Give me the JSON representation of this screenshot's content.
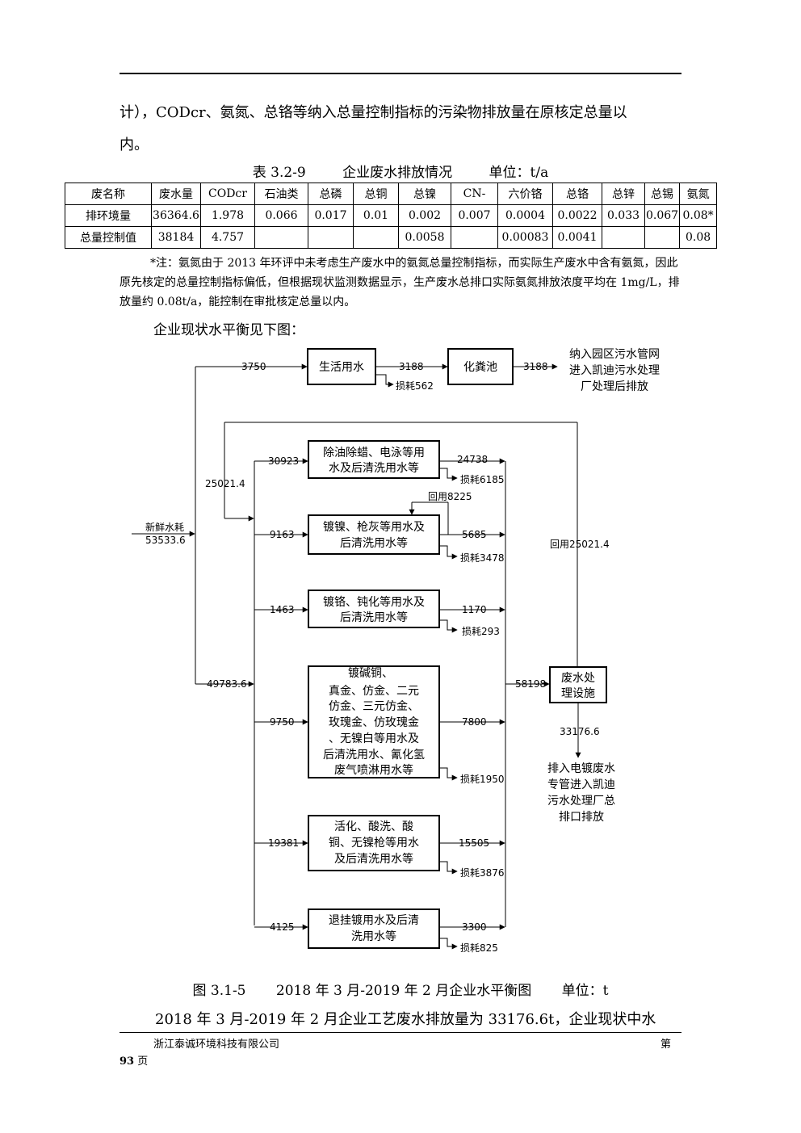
{
  "page": {
    "para1_line1": "计），CODcr、氨氮、总铬等纳入总量控制指标的污染物排放量在原核定总量以",
    "para1_line2": "内。",
    "table": {
      "caption_no": "表 3.2-9",
      "caption_title": "企业废水排放情况",
      "caption_unit": "单位：t/a",
      "headers": [
        "废名称",
        "废水量",
        "CODcr",
        "石油类",
        "总磷",
        "总铜",
        "总镍",
        "CN-",
        "六价铬",
        "总铬",
        "总锌",
        "总锡",
        "氨氮"
      ],
      "rows": [
        [
          "排环境量",
          "36364.6",
          "1.978",
          "0.066",
          "0.017",
          "0.01",
          "0.002",
          "0.007",
          "0.0004",
          "0.0022",
          "0.033",
          "0.067",
          "0.08*"
        ],
        [
          "总量控制值",
          "38184",
          "4.757",
          "",
          "",
          "",
          "0.0058",
          "",
          "0.00083",
          "0.0041",
          "",
          "",
          "0.08"
        ]
      ]
    },
    "note": "*注：氨氮由于 2013 年环评中未考虑生产废水中的氨氮总量控制指标，而实际生产废水中含有氨氮，因此原先核定的总量控制指标偏低，但根据现状监测数据显示，生产废水总排口实际氨氮排放浓度平均在 1mg/L，排放量约 0.08t/a，能控制在审批核定总量以内。",
    "intro": "企业现状水平衡见下图：",
    "figure_caption_no": "图 3.1-5",
    "figure_caption_title": "2018 年 3 月-2019 年 2 月企业水平衡图",
    "figure_caption_unit": "单位：t",
    "last_line": "2018 年 3 月-2019 年 2 月企业工艺废水排放量为 33176.6t，企业现状中水",
    "footer_company": "浙江泰诚环境科技有限公司",
    "footer_di": "第",
    "footer_page_num": "93",
    "footer_page_suffix": " 页"
  },
  "diagram": {
    "fresh": [
      "新鲜水耗",
      "53533.6"
    ],
    "domestic_in": "3750",
    "domestic_box": "生活用水",
    "domestic_out": "3188",
    "domestic_loss": "损耗562",
    "septic_box": "化粪池",
    "septic_out": "3188",
    "sewer_text": [
      "纳入园区污水管网",
      "进入凯迪污水处理",
      "厂处理后排放"
    ],
    "reuse_left": "25021.4",
    "reuse_right": "回用25021.4",
    "reuse_8225": "回用8225",
    "split_total": "49783.6",
    "processes": [
      {
        "lines": [
          "除油除蜡、电泳等用",
          "水及后清洗用水等"
        ],
        "in": "30923",
        "out": "24738",
        "loss": "损耗6185"
      },
      {
        "lines": [
          "镀镍、枪灰等用水及",
          "后清洗用水等"
        ],
        "in": "9163",
        "out": "5685",
        "loss": "损耗3478"
      },
      {
        "lines": [
          "镀铬、钝化等用水及",
          "后清洗用水等"
        ],
        "in": "1463",
        "out": "1170",
        "loss": "损耗293"
      },
      {
        "lines": [
          "镀碱铜、",
          "真金、仿金、二元",
          "仿金、三元仿金、",
          "玫瑰金、仿玫瑰金",
          "、无镍白等用水及",
          "后清洗用水、氰化氢",
          "废气喷淋用水等"
        ],
        "in": "9750",
        "out": "7800",
        "loss": "损耗1950"
      },
      {
        "lines": [
          "活化、酸洗、酸",
          "铜、无镍枪等用水",
          "及后清洗用水等"
        ],
        "in": "19381",
        "out": "15505",
        "loss": "损耗3876"
      },
      {
        "lines": [
          "退挂镀用水及后清",
          "洗用水等"
        ],
        "in": "4125",
        "out": "3300",
        "loss": "损耗825"
      }
    ],
    "wwtp_in": "58198",
    "wwtp_box": [
      "废水处",
      "理设施"
    ],
    "wwtp_out": "33176.6",
    "discharge_text": [
      "排入电镀废水",
      "专管进入凯迪",
      "污水处理厂总",
      "排口排放"
    ]
  }
}
